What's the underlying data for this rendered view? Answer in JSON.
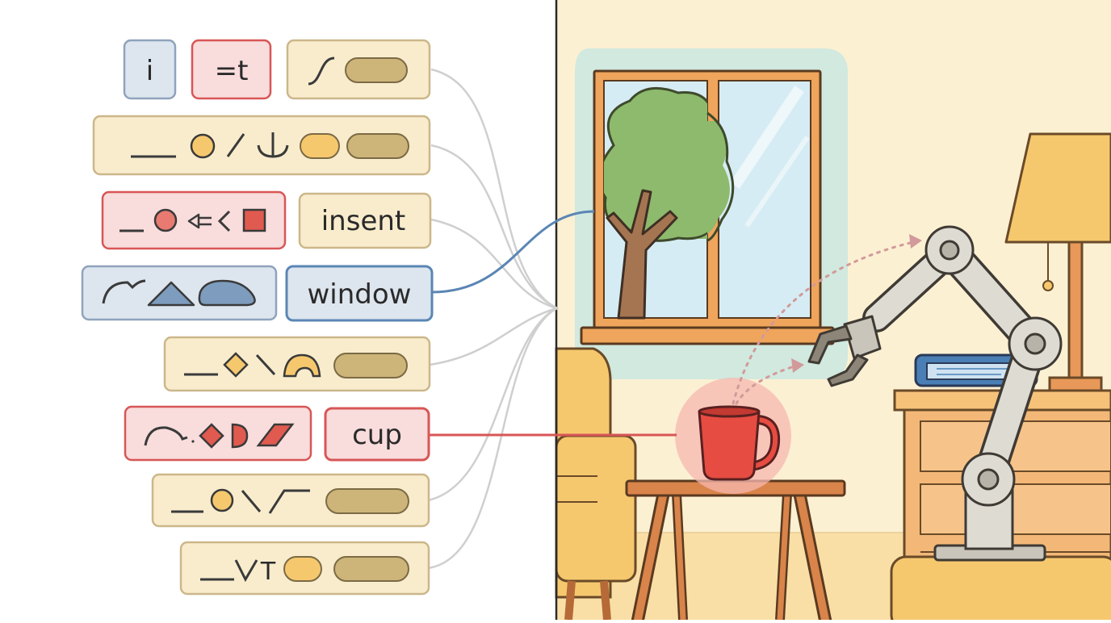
{
  "labels": {
    "i": "i",
    "eq_t": "=t",
    "insent": "insent",
    "window": "window",
    "cup": "cup",
    "row_t": "T"
  },
  "colors": {
    "neutral_fill": "#f8eccd",
    "neutral_stroke": "#ccb78a",
    "red_fill": "#f9dcdc",
    "red_stroke": "#d85656",
    "blue_fill": "#dde5ee",
    "blue_stroke": "#5a86b4",
    "pill_tan": "#cdb57a",
    "pill_yellow": "#f6c86e",
    "room_wall": "#fcf0d3",
    "window_frame": "#efa55c",
    "tree_green": "#8dba6c",
    "cup_red": "#e64c42",
    "robot_grey": "#dedbd3"
  },
  "icons": [
    "tree",
    "window",
    "cup",
    "robot-arm",
    "lamp",
    "book",
    "armchair",
    "side-table",
    "dresser"
  ]
}
